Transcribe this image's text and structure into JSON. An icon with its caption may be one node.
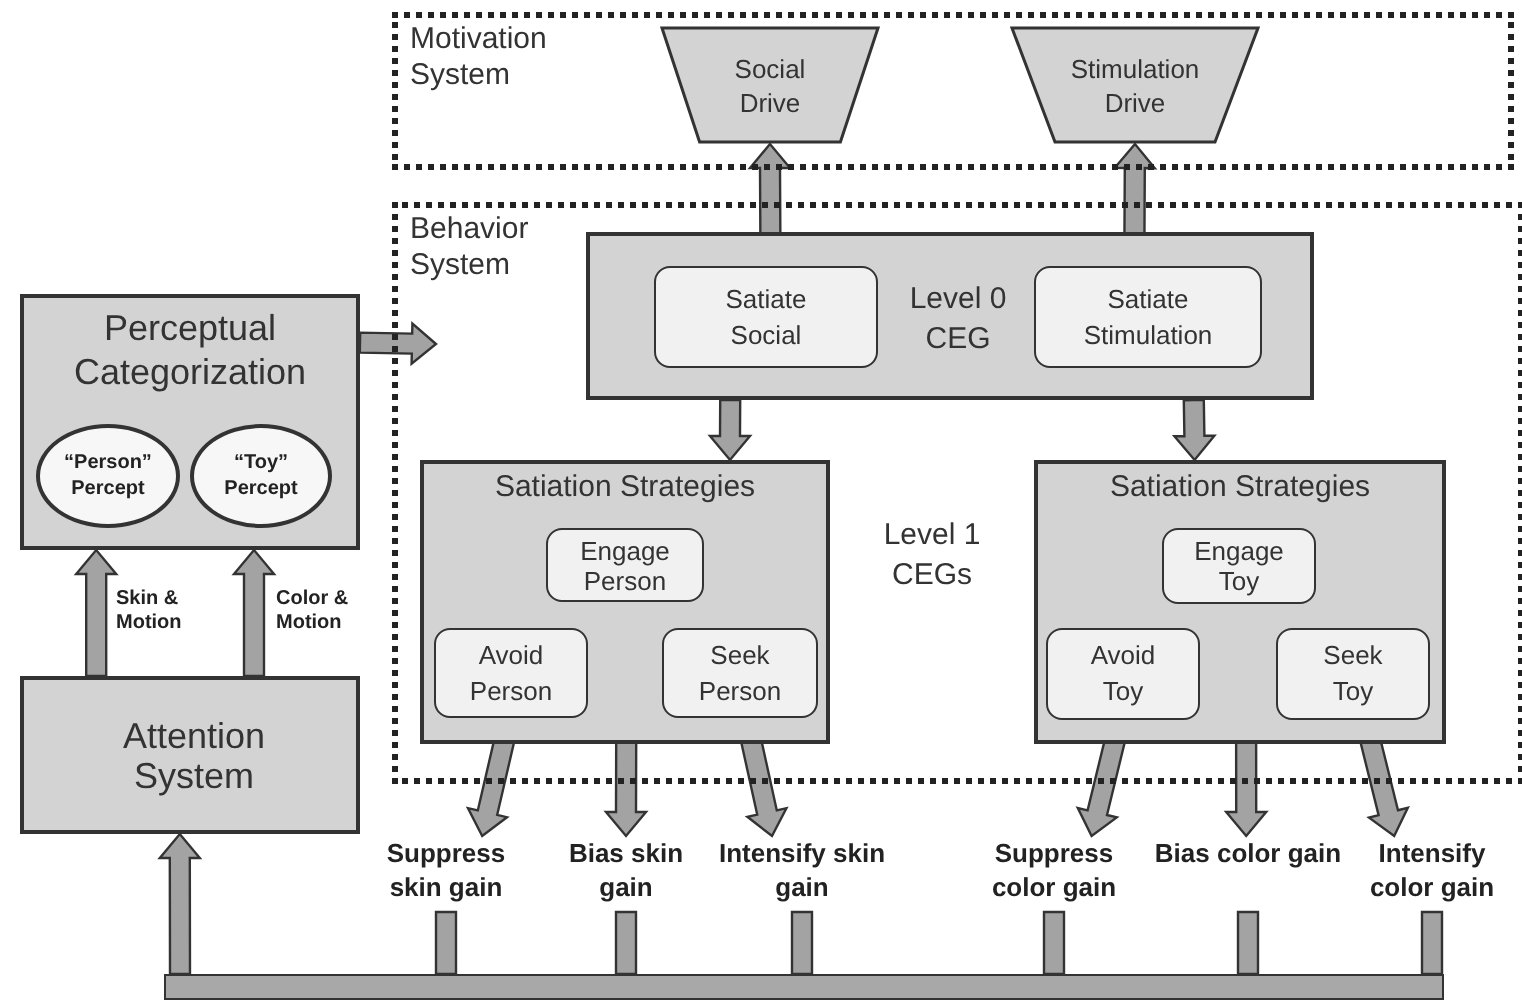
{
  "diagram": {
    "nodes": [
      {
        "text": [
          "Motivation System"
        ]
      },
      {
        "text": [
          "Social Drive"
        ],
        "in": 0
      },
      {
        "text": [
          "Stimulation Drive"
        ],
        "in": 0
      },
      {
        "text": [
          "Behavior System"
        ]
      },
      {
        "text": [
          "Level 0 CEG"
        ],
        "in": 3
      },
      {
        "text": [
          "Satiate Social"
        ],
        "in": 4
      },
      {
        "text": [
          "Satiate Stimulation"
        ],
        "in": 4
      },
      {
        "text": [
          "Satiation Strategies"
        ],
        "in": 3
      },
      {
        "text": [
          "Engage Person"
        ],
        "in": 7
      },
      {
        "text": [
          "Avoid Person"
        ],
        "in": 7
      },
      {
        "text": [
          "Seek Person"
        ],
        "in": 7
      },
      {
        "text": [
          "Satiation Strategies"
        ],
        "in": 3
      },
      {
        "text": [
          "Engage Toy"
        ],
        "in": 11
      },
      {
        "text": [
          "Avoid Toy"
        ],
        "in": 11
      },
      {
        "text": [
          "Seek Toy"
        ],
        "in": 11
      },
      {
        "text": [
          "Perceptual Categorization"
        ]
      },
      {
        "text": [
          "“Person” Percept"
        ],
        "in": 15
      },
      {
        "text": [
          "“Toy” Percept"
        ],
        "in": 15
      },
      {
        "text": [
          "Attention System"
        ]
      },
      {
        "text": [
          "Suppress skin gain"
        ]
      },
      {
        "text": [
          "Bias skin gain"
        ]
      },
      {
        "text": [
          "Intensify skin gain"
        ]
      },
      {
        "text": [
          "Suppress color gain"
        ]
      },
      {
        "text": [
          "Bias color gain"
        ]
      },
      {
        "text": [
          "Intensify color gain"
        ]
      },
      {
        "text": [],
        "shape": "bar"
      }
    ],
    "edges": [
      {
        "from": 1,
        "to": 5,
        "arrow": "both"
      },
      {
        "from": 2,
        "to": 6,
        "arrow": "both"
      },
      {
        "from": 4,
        "to": 7,
        "arrow": "to"
      },
      {
        "from": 4,
        "to": 11,
        "arrow": "to"
      },
      {
        "from": 15,
        "to": 3,
        "arrow": "to"
      },
      {
        "from": 18,
        "to": 15,
        "arrow": "to",
        "label": "Skin & Motion"
      },
      {
        "from": 18,
        "to": 15,
        "arrow": "to",
        "label": "Color & Motion"
      },
      {
        "from": 9,
        "to": 19,
        "arrow": "to"
      },
      {
        "from": 8,
        "to": 20,
        "arrow": "to"
      },
      {
        "from": 10,
        "to": 21,
        "arrow": "to"
      },
      {
        "from": 13,
        "to": 22,
        "arrow": "to"
      },
      {
        "from": 12,
        "to": 23,
        "arrow": "to"
      },
      {
        "from": 14,
        "to": 24,
        "arrow": "to"
      },
      {
        "from": 19,
        "to": 25,
        "arrow": "none"
      },
      {
        "from": 20,
        "to": 25,
        "arrow": "none"
      },
      {
        "from": 21,
        "to": 25,
        "arrow": "none"
      },
      {
        "from": 22,
        "to": 25,
        "arrow": "none"
      },
      {
        "from": 23,
        "to": 25,
        "arrow": "none"
      },
      {
        "from": 24,
        "to": 25,
        "arrow": "none"
      },
      {
        "from": 25,
        "to": 18,
        "arrow": "to"
      }
    ],
    "labels": [
      "Level 1 CEGs"
    ]
  }
}
